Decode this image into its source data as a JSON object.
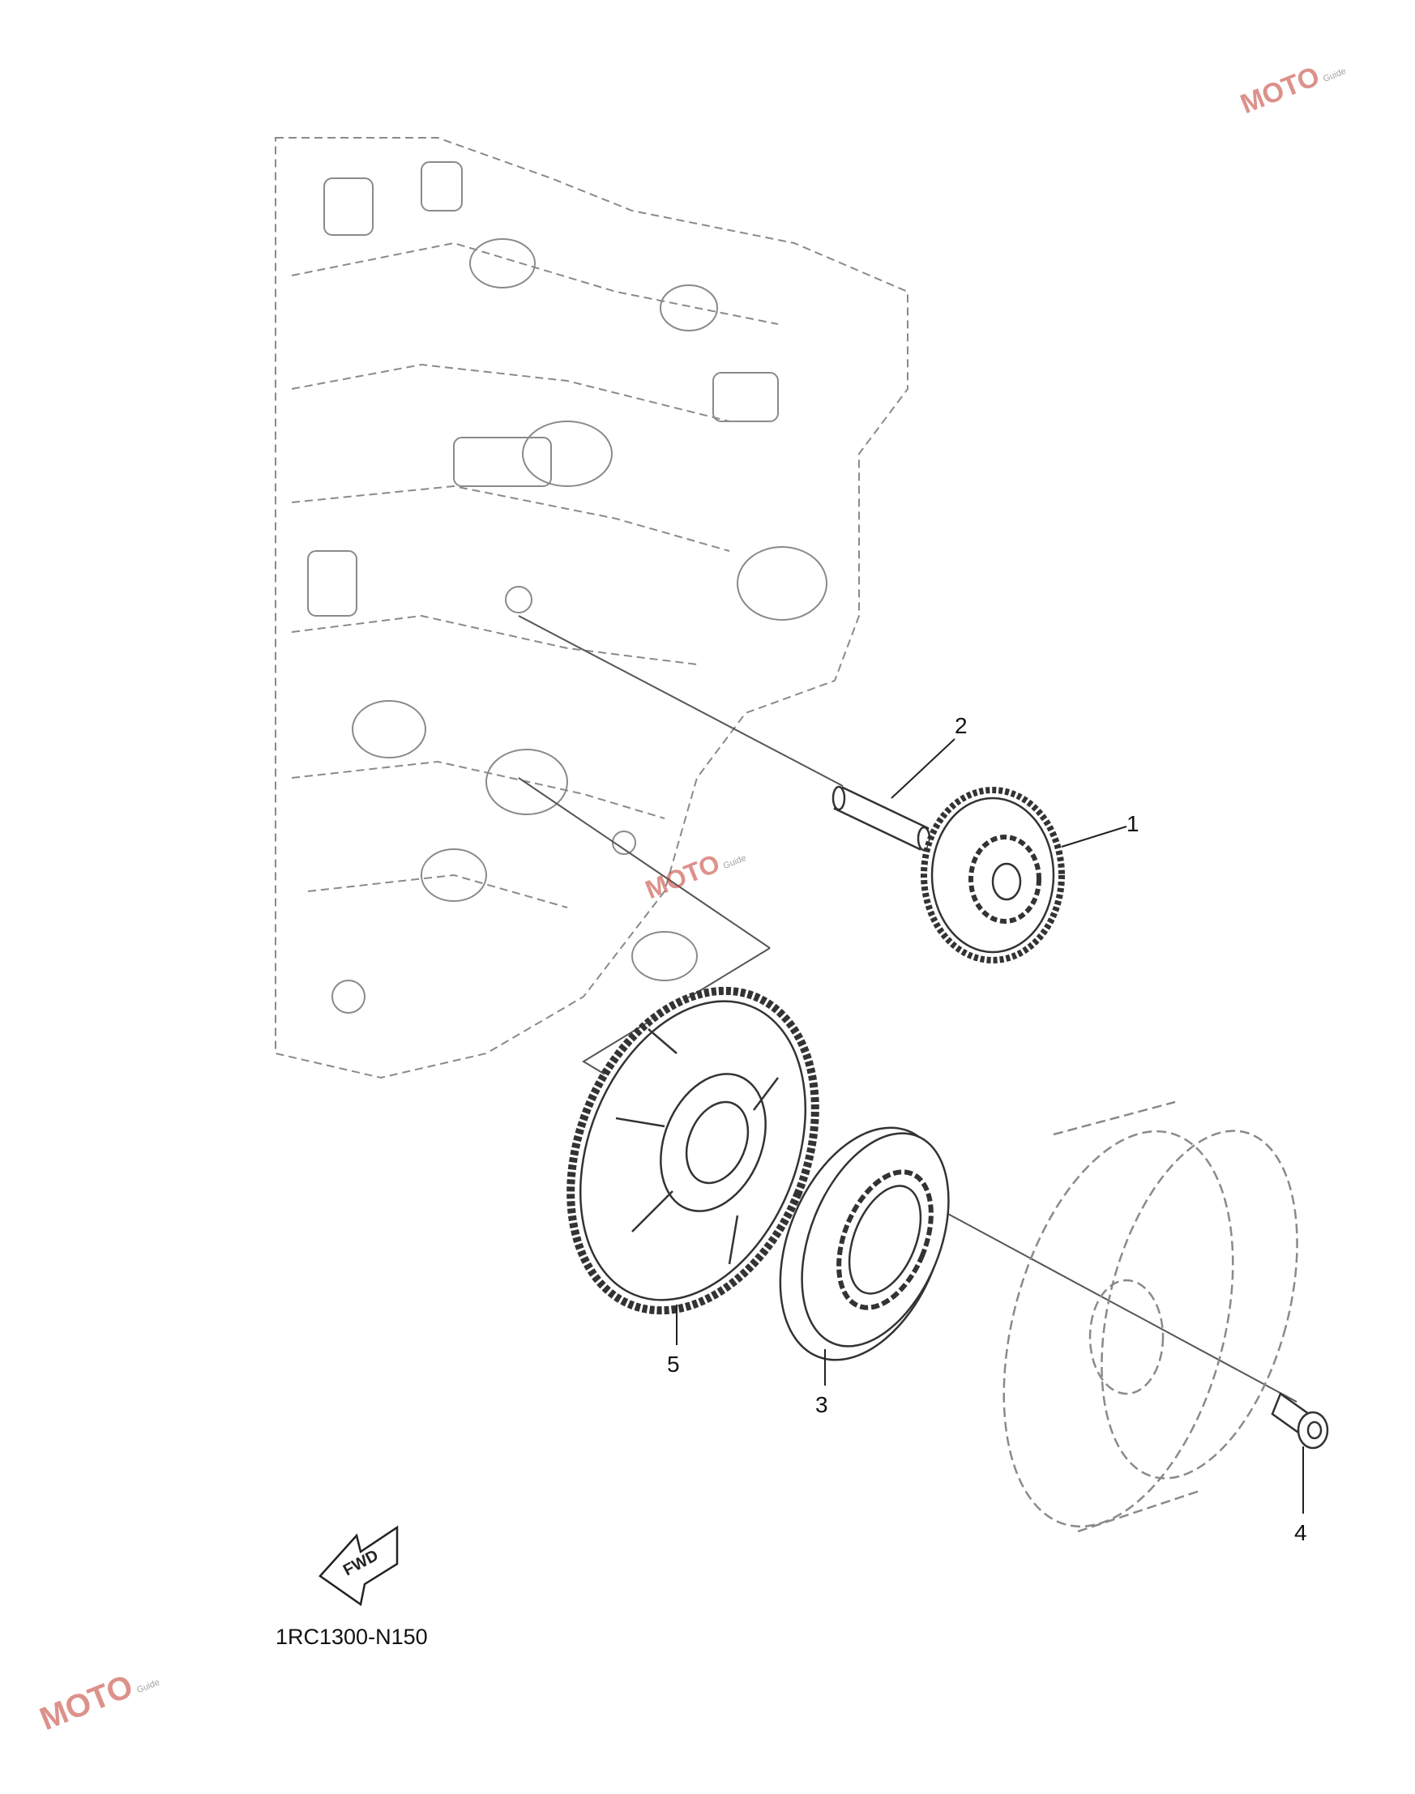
{
  "diagram": {
    "callouts": [
      {
        "id": "1",
        "text": "1"
      },
      {
        "id": "2",
        "text": "2"
      },
      {
        "id": "3",
        "text": "3"
      },
      {
        "id": "4",
        "text": "4"
      },
      {
        "id": "5",
        "text": "5"
      }
    ],
    "fwd_arrow_text": "FWD",
    "drawing_code": "1RC1300-N150"
  },
  "watermark": {
    "text": "MOTO",
    "subtext": "Guide",
    "color": "#c0392b"
  },
  "colors": {
    "line": "#555555",
    "engine_line": "#8a8a8a",
    "background": "#ffffff"
  }
}
